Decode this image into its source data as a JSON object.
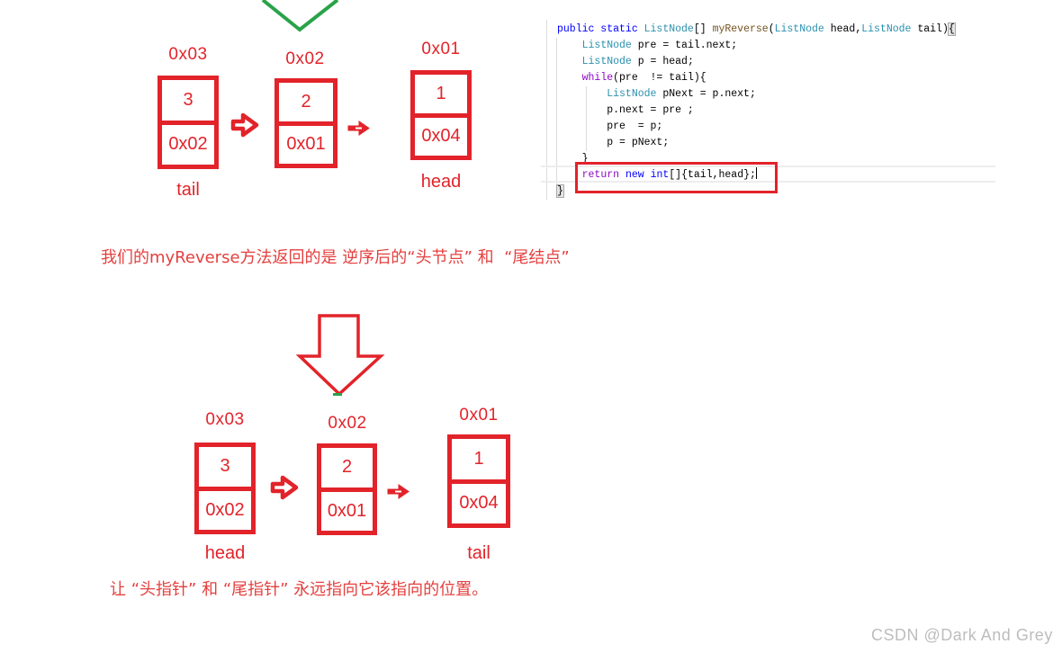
{
  "colors": {
    "annotation_red": "#e2232a",
    "arrow_green": "#29a349",
    "keyword_blue": "#0000ff",
    "type_teal": "#2b91af",
    "method_brown": "#74531f",
    "control_purple": "#8f08c4",
    "watermark_gray": "#bdbdbd"
  },
  "code": {
    "lines": [
      [
        [
          "kw",
          "public static "
        ],
        [
          "ty",
          "ListNode"
        ],
        [
          "pl",
          "[] "
        ],
        [
          "me",
          "myReverse"
        ],
        [
          "pl",
          "("
        ],
        [
          "ty",
          "ListNode"
        ],
        [
          "pl",
          " head,"
        ],
        [
          "ty",
          "ListNode"
        ],
        [
          "pl",
          " tail)"
        ],
        [
          "hl",
          "{"
        ]
      ],
      [
        [
          "pl",
          "    "
        ],
        [
          "ty",
          "ListNode"
        ],
        [
          "pl",
          " pre = tail.next;"
        ]
      ],
      [
        [
          "pl",
          "    "
        ],
        [
          "ty",
          "ListNode"
        ],
        [
          "pl",
          " p = head;"
        ]
      ],
      [
        [
          "pl",
          "    "
        ],
        [
          "ctrl",
          "while"
        ],
        [
          "pl",
          "(pre  != tail){"
        ]
      ],
      [
        [
          "pl",
          "        "
        ],
        [
          "ty",
          "ListNode"
        ],
        [
          "pl",
          " pNext = p.next;"
        ]
      ],
      [
        [
          "pl",
          "        p.next = pre ;"
        ]
      ],
      [
        [
          "pl",
          "        pre  = p;"
        ]
      ],
      [
        [
          "pl",
          "        p = pNext;"
        ]
      ],
      [
        [
          "pl",
          "    }"
        ]
      ],
      [
        [
          "pl",
          "    "
        ],
        [
          "ctrl",
          "return"
        ],
        [
          "pl",
          " "
        ],
        [
          "kw",
          "new"
        ],
        [
          "pl",
          " "
        ],
        [
          "kw",
          "int"
        ],
        [
          "pl",
          "[]{tail,head};"
        ],
        [
          "cursor",
          ""
        ]
      ],
      [
        [
          "hl",
          "}"
        ]
      ]
    ]
  },
  "diagram_top": {
    "nodes": [
      {
        "addr": "0x03",
        "value": "3",
        "next": "0x02",
        "label": "tail"
      },
      {
        "addr": "0x02",
        "value": "2",
        "next": "0x01",
        "label": ""
      },
      {
        "addr": "0x01",
        "value": "1",
        "next": "0x04",
        "label": "head"
      }
    ]
  },
  "diagram_bottom": {
    "nodes": [
      {
        "addr": "0x03",
        "value": "3",
        "next": "0x02",
        "label": "head"
      },
      {
        "addr": "0x02",
        "value": "2",
        "next": "0x01",
        "label": ""
      },
      {
        "addr": "0x01",
        "value": "1",
        "next": "0x04",
        "label": "tail"
      }
    ]
  },
  "texts": {
    "middle_caption": "我们的myReverse方法返回的是 逆序后的“头节点” 和  “尾结点”",
    "bottom_caption": "让 “头指针” 和 “尾指针” 永远指向它该指向的位置。",
    "watermark": "CSDN @Dark And Grey"
  }
}
